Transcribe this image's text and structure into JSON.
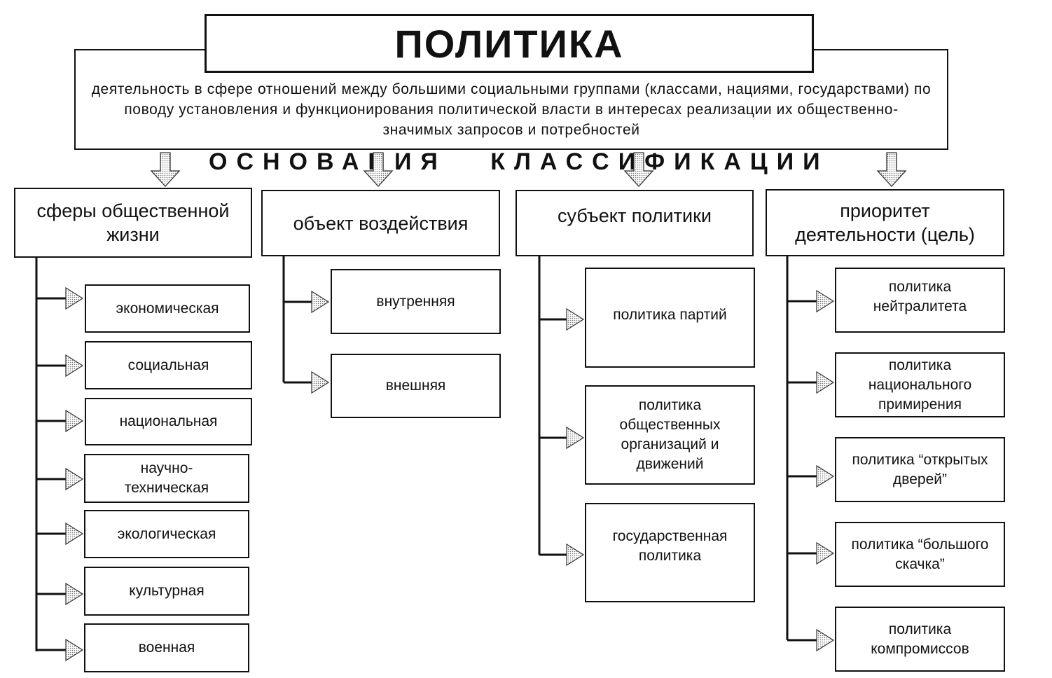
{
  "title": "ПОЛИТИКА",
  "definition": "деятельность в сфере отношений между большими социальными группами (классами, нациями, государствами) по поводу установления и функционирования политической власти в интересах реализации их общественно-значимых запросов и потребностей",
  "heading": "ОСНОВАНИЯ КЛАССИФИКАЦИИ",
  "columns": [
    {
      "label": "сферы общественной жизни",
      "items": [
        "экономическая",
        "социальная",
        "национальная",
        "научно-техническая",
        "экологическая",
        "культурная",
        "военная"
      ]
    },
    {
      "label": "объект воздействия",
      "items": [
        "внутренняя",
        "внешняя"
      ]
    },
    {
      "label": "субъект политики",
      "items": [
        "политика партий",
        "политика общественных организаций и движений",
        "государственная политика"
      ]
    },
    {
      "label": "приоритет деятельности (цель)",
      "items": [
        "политика нейтралитета",
        "политика национального примирения",
        "политика “открытых дверей”",
        "политика “большого скачка”",
        "политика компромиссов"
      ]
    }
  ]
}
